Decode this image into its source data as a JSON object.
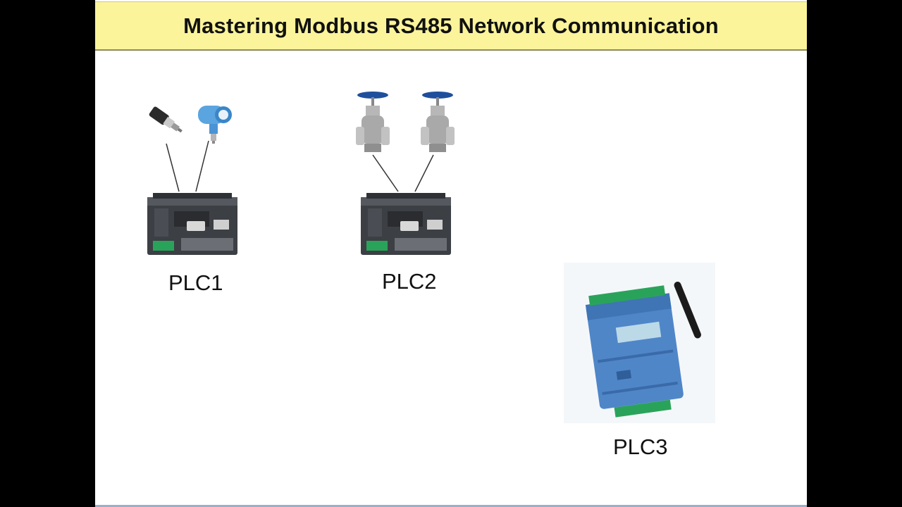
{
  "slide": {
    "title": "Mastering Modbus RS485 Network Communication"
  },
  "devices": {
    "plc1": {
      "label": "PLC1"
    },
    "plc2": {
      "label": "PLC2"
    },
    "plc3": {
      "label": "PLC3"
    }
  },
  "colors": {
    "title_bar": "#fbf49a",
    "background": "#ffffff",
    "frame": "#000000",
    "plc_body": "#3c3f44",
    "valve_wheel": "#1f4f9c",
    "io_module": "#4f86c8",
    "terminal_green": "#2aa35a"
  },
  "icons": {
    "sensors": [
      "pressure-sensor-icon",
      "transmitter-icon"
    ],
    "actuators": [
      "gate-valve-icon",
      "gate-valve-icon"
    ],
    "controllers": [
      "plc-icon",
      "plc-icon",
      "wireless-io-module-icon"
    ]
  }
}
